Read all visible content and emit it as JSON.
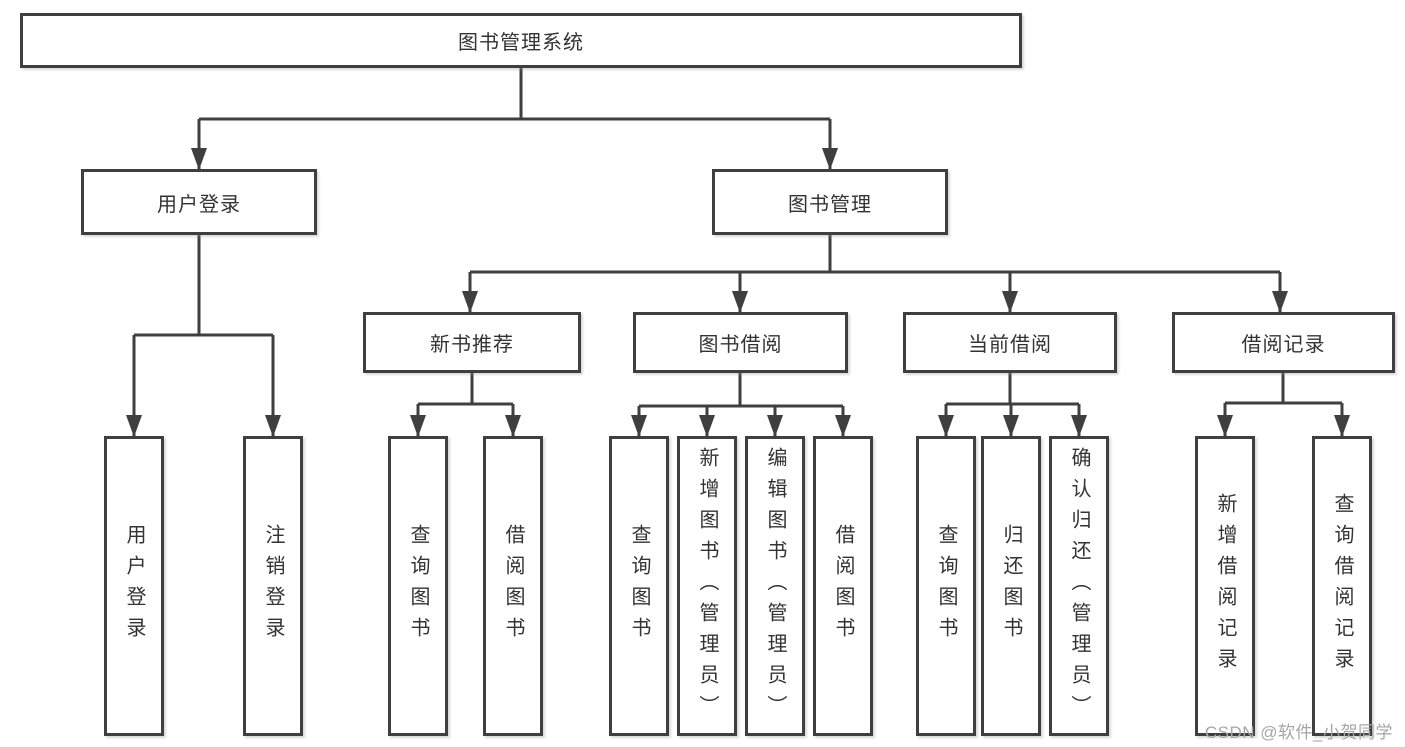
{
  "diagram": {
    "root": {
      "label": "图书管理系统"
    },
    "level2": [
      {
        "label": "用户登录"
      },
      {
        "label": "图书管理"
      }
    ],
    "level3": [
      {
        "label": "新书推荐"
      },
      {
        "label": "图书借阅"
      },
      {
        "label": "当前借阅"
      },
      {
        "label": "借阅记录"
      }
    ],
    "leaves": {
      "user_login": [
        "用户登录",
        "注销登录"
      ],
      "new_book": [
        "查询图书",
        "借阅图书"
      ],
      "book_borrow": [
        "查询图书",
        "新增图书（管理员）",
        "编辑图书（管理员）",
        "借阅图书"
      ],
      "current_borrow": [
        "查询图书",
        "归还图书",
        "确认归还（管理员）"
      ],
      "borrow_record": [
        "新增借阅记录",
        "查询借阅记录"
      ]
    }
  },
  "watermark": {
    "text": "CSDN @软件_小贺同学"
  },
  "colors": {
    "line": "#3f3f3f",
    "text": "#333333",
    "background": "#ffffff",
    "watermark": "#a6a6a6"
  }
}
